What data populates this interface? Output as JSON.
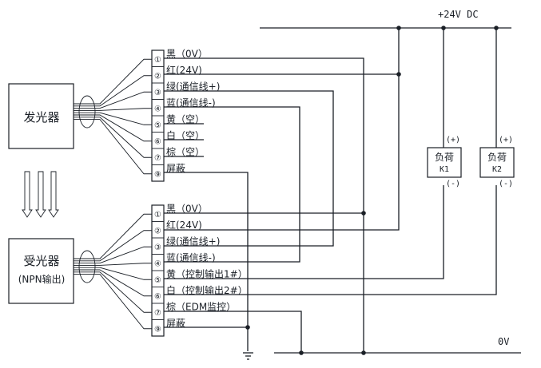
{
  "power": {
    "plus_label": "+24V DC",
    "zero_label": "0V"
  },
  "emitter": {
    "title": "发光器",
    "terminals": [
      {
        "num": "①",
        "label": "黑（0V）"
      },
      {
        "num": "②",
        "label": "红(24V)"
      },
      {
        "num": "③",
        "label": "绿(通信线+)"
      },
      {
        "num": "④",
        "label": "蓝(通信线-)"
      },
      {
        "num": "⑤",
        "label": "黄（空）"
      },
      {
        "num": "⑥",
        "label": "白（空）"
      },
      {
        "num": "⑦",
        "label": "棕（空）"
      },
      {
        "num": "⑨",
        "label": "屏蔽"
      }
    ]
  },
  "receiver": {
    "title": "受光器",
    "subtitle": "(NPN输出)",
    "terminals": [
      {
        "num": "①",
        "label": "黑（0V）"
      },
      {
        "num": "②",
        "label": "红(24V)"
      },
      {
        "num": "③",
        "label": "绿(通信线+)"
      },
      {
        "num": "④",
        "label": "蓝(通信线-)"
      },
      {
        "num": "⑤",
        "label": "黄（控制输出1#）"
      },
      {
        "num": "⑥",
        "label": "白（控制输出2#）"
      },
      {
        "num": "⑦",
        "label": "棕（EDM监控）"
      },
      {
        "num": "⑨",
        "label": "屏蔽"
      }
    ]
  },
  "loads": [
    {
      "name": "负荷",
      "id": "K1",
      "plus": "(+)",
      "minus": "(-)"
    },
    {
      "name": "负荷",
      "id": "K2",
      "plus": "(+)",
      "minus": "(-)"
    }
  ]
}
